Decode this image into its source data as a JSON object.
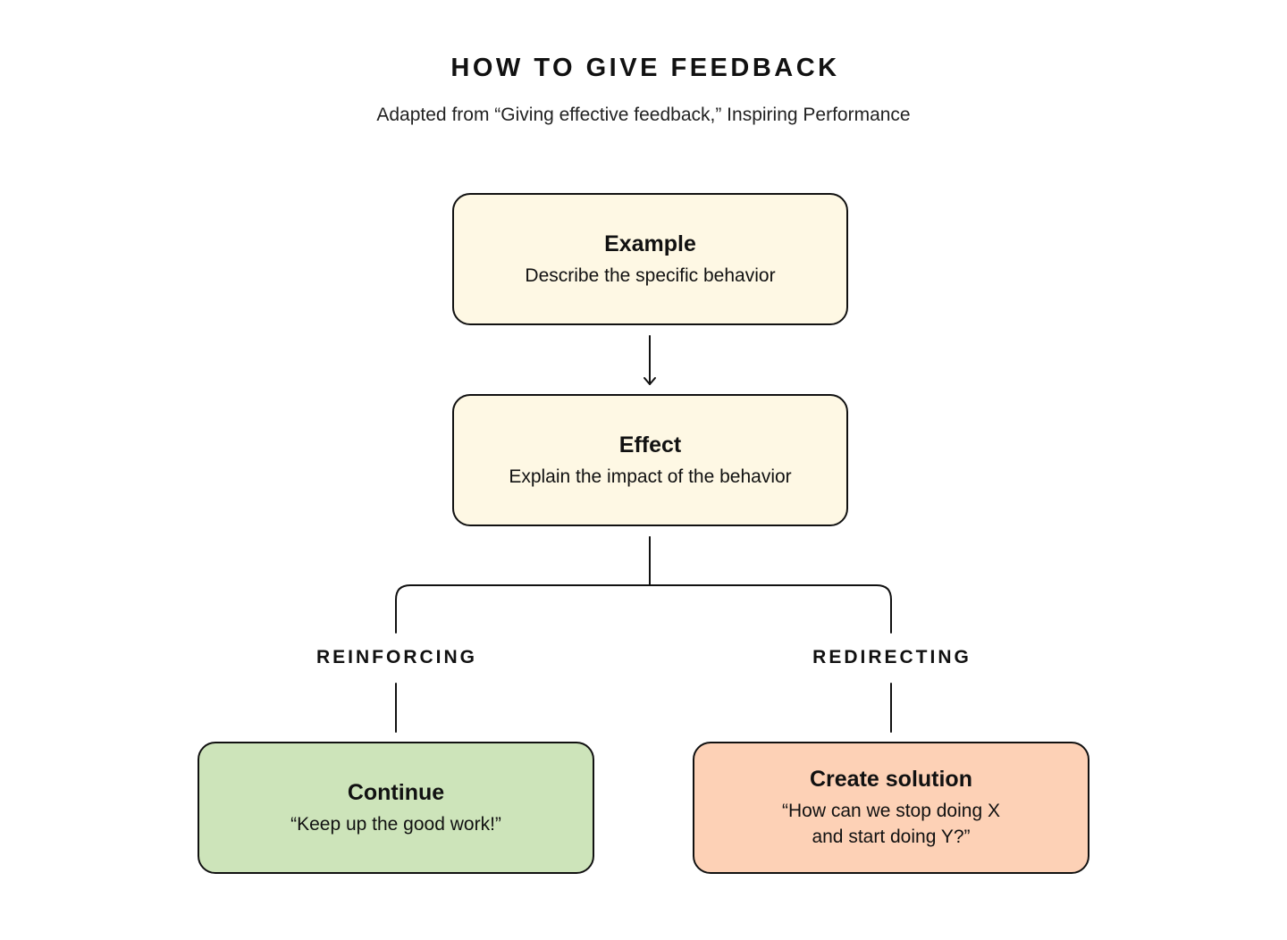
{
  "header": {
    "title": "HOW TO GIVE FEEDBACK",
    "subtitle": "Adapted from “Giving effective feedback,” Inspiring Performance"
  },
  "nodes": {
    "example": {
      "title": "Example",
      "description": "Describe the specific behavior",
      "color": "#fef8e4"
    },
    "effect": {
      "title": "Effect",
      "description": "Explain the impact of the behavior",
      "color": "#fef8e4"
    },
    "continue": {
      "title": "Continue",
      "description": "“Keep up the good work!”",
      "color": "#cde4ba"
    },
    "create_solution": {
      "title": "Create solution",
      "description": "“How can we stop doing X\nand start doing Y?”",
      "color": "#fdd1b6"
    }
  },
  "branches": {
    "left": "REINFORCING",
    "right": "REDIRECTING"
  },
  "edges": [
    {
      "from": "example",
      "to": "effect",
      "style": "arrow"
    },
    {
      "from": "effect",
      "to": "continue",
      "label": "REINFORCING"
    },
    {
      "from": "effect",
      "to": "create_solution",
      "label": "REDIRECTING"
    }
  ]
}
